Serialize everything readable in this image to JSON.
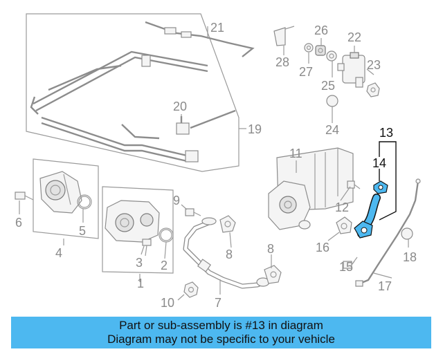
{
  "callouts": {
    "c1": "1",
    "c2": "2",
    "c3": "3",
    "c4": "4",
    "c5": "5",
    "c6": "6",
    "c7": "7",
    "c8a": "8",
    "c8b": "8",
    "c9": "9",
    "c10": "10",
    "c11": "11",
    "c12": "12",
    "c13": "13",
    "c14": "14",
    "c15": "15",
    "c16": "16",
    "c17": "17",
    "c18": "18",
    "c19": "19",
    "c20": "20",
    "c21": "21",
    "c22": "22",
    "c23": "23",
    "c24": "24",
    "c25": "25",
    "c26": "26",
    "c27": "27",
    "c28": "28"
  },
  "highlight": {
    "part": "13",
    "color": "#4db8f0"
  },
  "banner": {
    "line1": "Part or sub-assembly is #13 in diagram",
    "line2": "Diagram may not be specific to your vehicle",
    "background": "#4db8f0"
  }
}
